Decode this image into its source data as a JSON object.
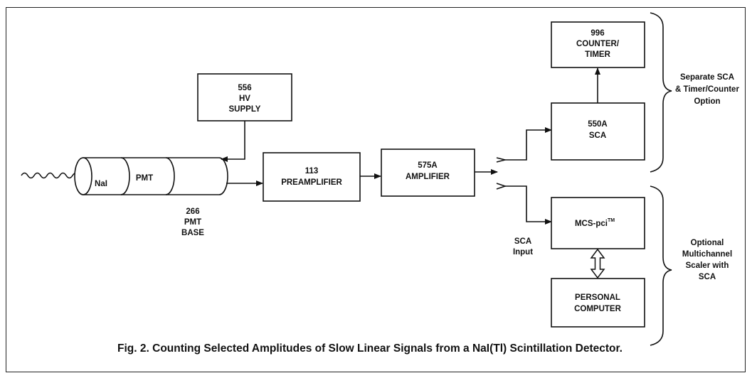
{
  "caption": "Fig. 2. Counting Selected Amplitudes of Slow Linear Signals from a NaI(Tl) Scintillation Detector.",
  "detector": {
    "nai_label": "NaI",
    "pmt_label": "PMT",
    "base_lines": [
      "266",
      "PMT",
      "BASE"
    ]
  },
  "hv_supply": {
    "lines": [
      "556",
      "HV",
      "SUPPLY"
    ]
  },
  "preamplifier": {
    "lines": [
      "113",
      "PREAMPLIFIER"
    ]
  },
  "amplifier": {
    "lines": [
      "575A",
      "AMPLIFIER"
    ]
  },
  "sca": {
    "lines": [
      "550A",
      "SCA"
    ]
  },
  "counter_timer": {
    "lines": [
      "996",
      "COUNTER/",
      "TIMER"
    ]
  },
  "mcs": {
    "label": "MCS-pci",
    "superscript": "TM"
  },
  "personal_computer": {
    "lines": [
      "PERSONAL",
      "COMPUTER"
    ]
  },
  "sca_input": {
    "lines": [
      "SCA",
      "Input"
    ]
  },
  "option_sca": {
    "lines": [
      "Separate SCA",
      "& Timer/Counter",
      "Option"
    ]
  },
  "option_mcs": {
    "lines": [
      "Optional",
      "Multichannel",
      "Scaler with",
      "SCA"
    ]
  }
}
